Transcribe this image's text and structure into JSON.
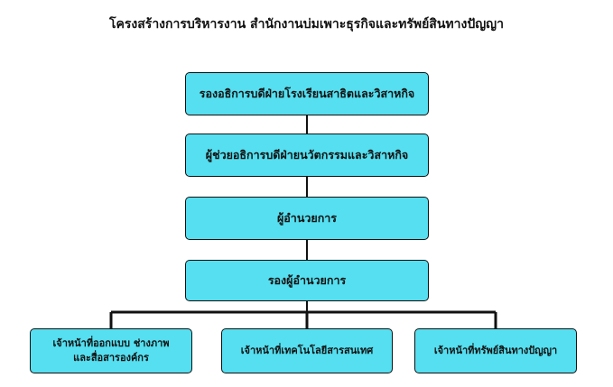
{
  "title": "โครงสร้างการบริหารงาน สำนักงานบ่มเพาะธุรกิจและทรัพย์สินทางปัญญา",
  "colors": {
    "box_fill": "#55dff0",
    "line": "#111111"
  },
  "chain": [
    {
      "label": "รองอธิการบดีฝ่ายโรงเรียนสาธิตและวิสาหกิจ"
    },
    {
      "label": "ผู้ช่วยอธิการบดีฝ่ายนวัตกรรมและวิสาหกิจ"
    },
    {
      "label": "ผู้อำนวยการ"
    },
    {
      "label": "รองผู้อำนวยการ"
    }
  ],
  "staff": [
    {
      "label": "เจ้าหน้าที่ออกแบบ ช่างภาพ\nและสื่อสารองค์กร"
    },
    {
      "label": "เจ้าหน้าที่เทคโนโลยีสารสนเทศ"
    },
    {
      "label": "เจ้าหน้าที่ทรัพย์สินทางปัญญา"
    }
  ]
}
